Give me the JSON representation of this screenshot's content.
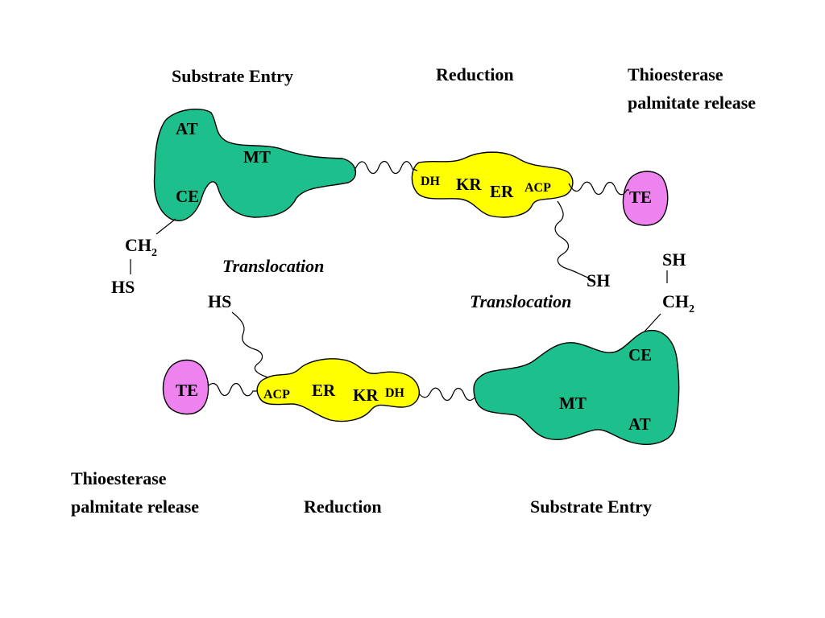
{
  "top": {
    "substrate_entry": "Substrate Entry",
    "reduction": "Reduction",
    "thioesterase_line1": "Thioesterase",
    "thioesterase_line2": "palmitate release",
    "translocation": "Translocation",
    "domains": {
      "at": "AT",
      "mt": "MT",
      "ce": "CE",
      "dh": "DH",
      "kr": "KR",
      "er": "ER",
      "acp": "ACP",
      "te": "TE"
    },
    "ch": "CH",
    "ch_sub": "2",
    "hs": "HS",
    "sh": "SH"
  },
  "bottom": {
    "substrate_entry": "Substrate Entry",
    "reduction": "Reduction",
    "thioesterase_line1": "Thioesterase",
    "thioesterase_line2": "palmitate release",
    "translocation": "Translocation",
    "domains": {
      "at": "AT",
      "mt": "MT",
      "ce": "CE",
      "dh": "DH",
      "kr": "KR",
      "er": "ER",
      "acp": "ACP",
      "te": "TE"
    },
    "ch": "CH",
    "ch_sub": "2",
    "hs": "HS",
    "sh": "SH"
  },
  "colors": {
    "green_domain": "#1dbf8d",
    "yellow_domain": "#ffff00",
    "pink_domain": "#ee82ee"
  }
}
